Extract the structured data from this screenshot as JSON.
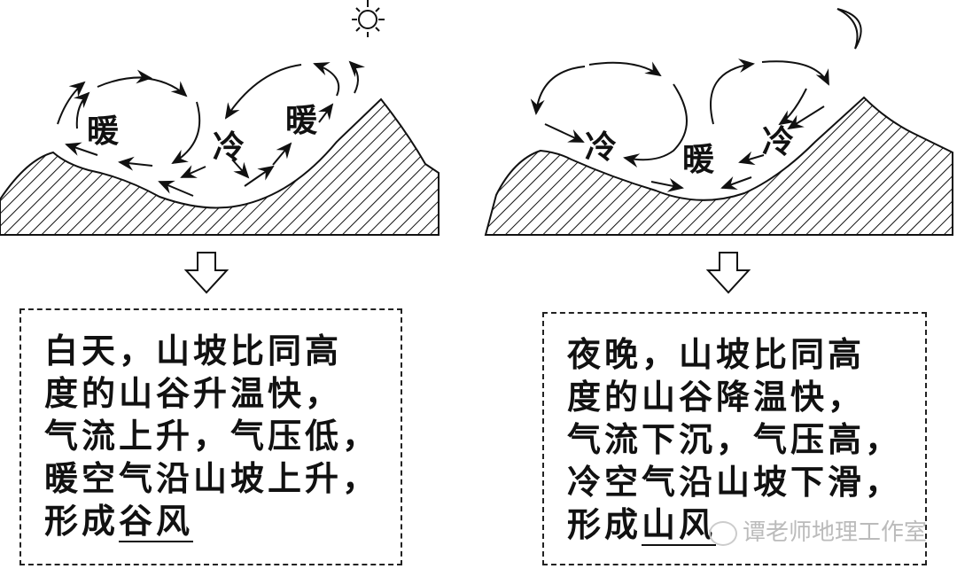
{
  "left_panel": {
    "labels": {
      "warm_left": "暖",
      "cold": "冷",
      "warm_right": "暖"
    },
    "celestial_icon": "sun-icon",
    "description_lines": [
      "白天，山坡比同高",
      "度的山谷升温快，",
      "气流上升，气压低，",
      "暖空气沿山坡上升，"
    ],
    "conclusion_prefix": "形成",
    "conclusion_term": "谷风"
  },
  "right_panel": {
    "labels": {
      "cold_left": "冷",
      "warm": "暖",
      "cold_right": "冷"
    },
    "celestial_icon": "moon-icon",
    "description_lines": [
      "夜晚，山坡比同高",
      "度的山谷降温快，",
      "气流下沉，气压高，",
      "冷空气沿山坡下滑，"
    ],
    "conclusion_prefix": "形成",
    "conclusion_term": "山风"
  },
  "watermark": "谭老师地理工作室"
}
